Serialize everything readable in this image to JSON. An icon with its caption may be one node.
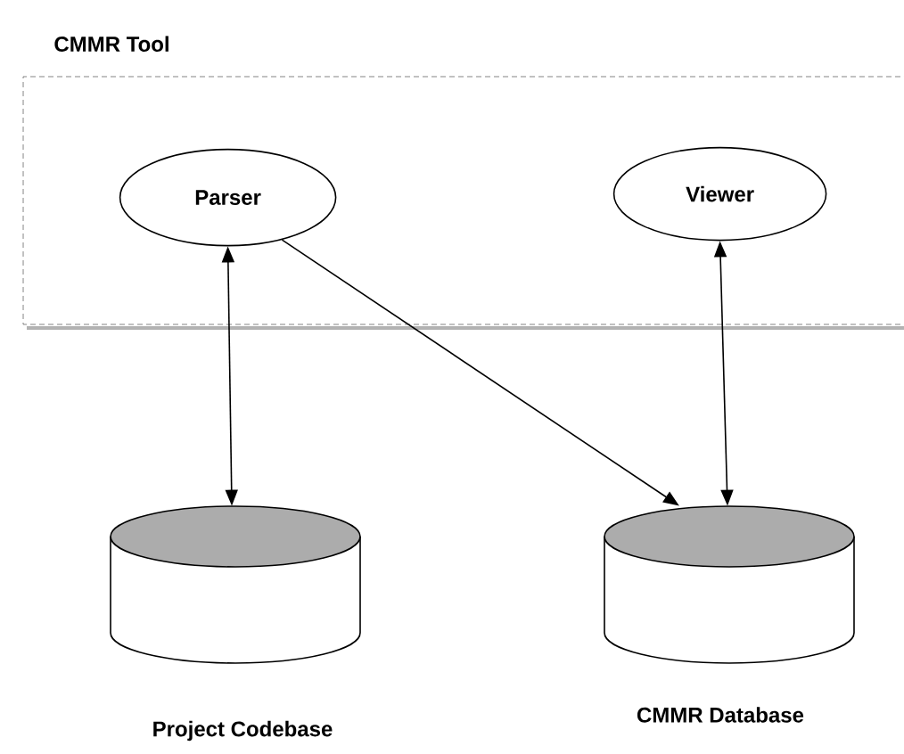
{
  "diagram": {
    "nodes": [
      {
        "text": [
          "CMMR Tool"
        ]
      },
      {
        "text": [
          "Parser"
        ],
        "in": 0
      },
      {
        "text": [
          "Viewer"
        ],
        "in": 0
      },
      {
        "text": [
          "Project Codebase"
        ]
      },
      {
        "text": [
          "CMMR Database"
        ]
      }
    ],
    "edges": [
      {
        "from": 1,
        "to": 3,
        "arrow": "both"
      },
      {
        "from": 1,
        "to": 4,
        "arrow": "to"
      },
      {
        "from": 2,
        "to": 4,
        "arrow": "both"
      }
    ]
  }
}
